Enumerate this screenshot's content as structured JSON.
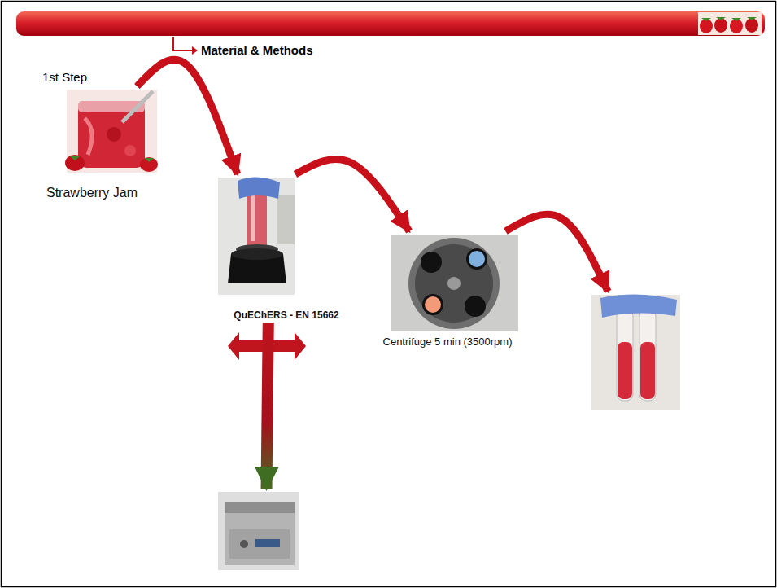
{
  "diagram": {
    "title": "Material & Methods",
    "nodes": [
      {
        "text": [
          "Strawberry Jam"
        ]
      },
      {
        "text": [
          "QuEChERS - EN 15662"
        ]
      },
      {
        "text": [
          "Centrifuge 5 min (3500rpm)"
        ]
      },
      {
        "text": []
      },
      {
        "text": []
      }
    ],
    "edges": [
      {
        "from": 0,
        "to": 1,
        "arrow": "to"
      },
      {
        "from": 1,
        "to": 2,
        "arrow": "to"
      },
      {
        "from": 2,
        "to": 3,
        "arrow": "to"
      },
      {
        "from": 1,
        "to": 4,
        "arrow": "to"
      }
    ],
    "labels": [
      "1st Step"
    ]
  }
}
